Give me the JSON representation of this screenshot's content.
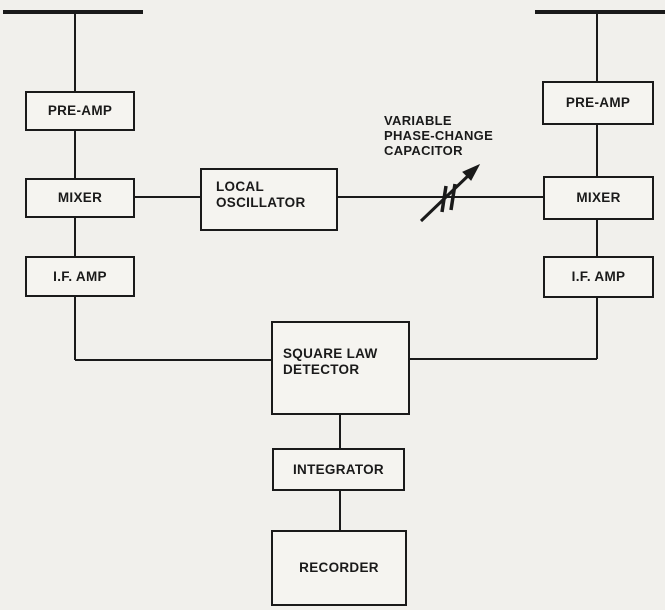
{
  "blocks": {
    "preamp_left": "PRE-AMP",
    "mixer_left": "MIXER",
    "ifamp_left": "I.F. AMP",
    "local_osc": [
      "LOCAL",
      "OSCILLATOR"
    ],
    "preamp_right": "PRE-AMP",
    "mixer_right": "MIXER",
    "ifamp_right": "I.F. AMP",
    "detector": [
      "SQUARE LAW",
      "DETECTOR"
    ],
    "integrator": "INTEGRATOR",
    "recorder": "RECORDER"
  },
  "capacitor_label": [
    "VARIABLE",
    "PHASE-CHANGE",
    "CAPACITOR"
  ],
  "colors": {
    "ink": "#1a1a1a",
    "paper": "#f1f0ec"
  }
}
